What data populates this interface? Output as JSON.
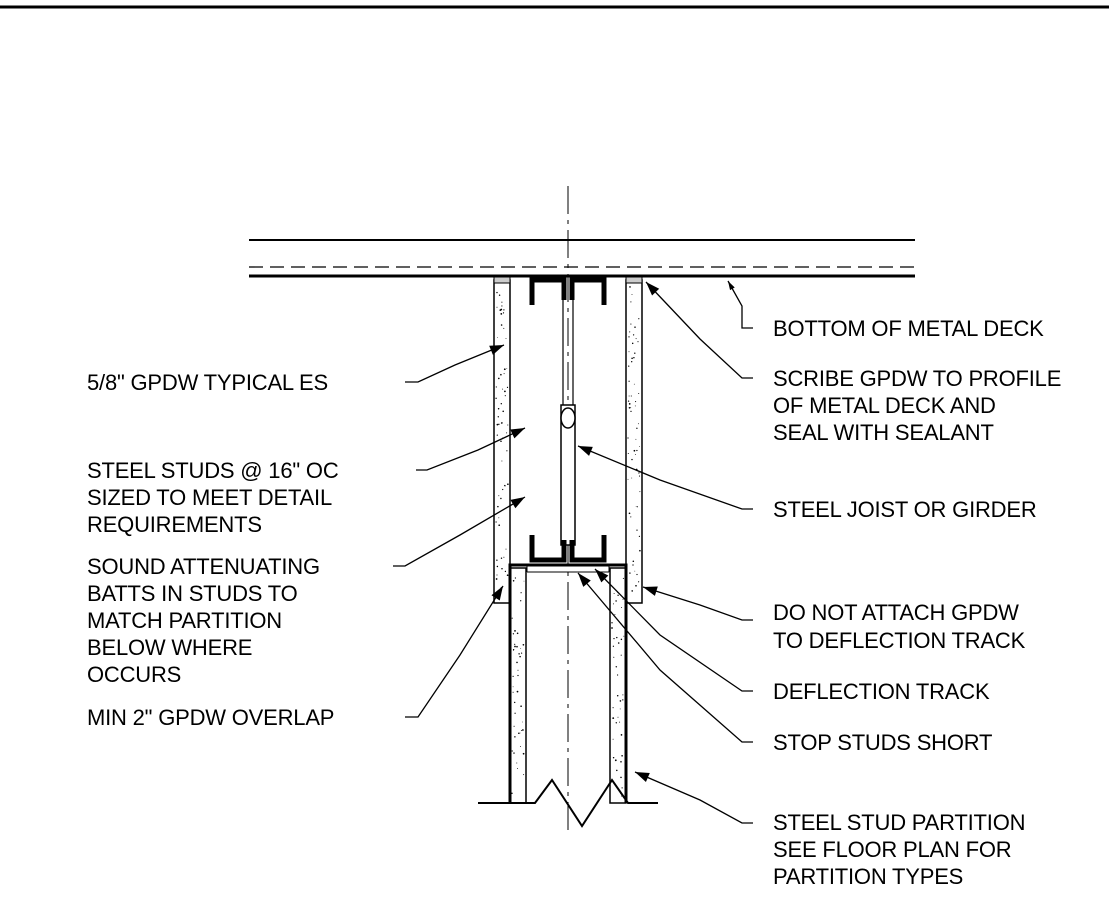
{
  "labels": {
    "bottom_of_metal_deck": "BOTTOM OF METAL DECK",
    "scribe": [
      "SCRIBE GPDW TO PROFILE",
      "OF METAL DECK AND",
      "SEAL WITH SEALANT"
    ],
    "steel_joist": "STEEL JOIST OR GIRDER",
    "do_not_attach": [
      "DO NOT ATTACH GPDW",
      "TO DEFLECTION TRACK"
    ],
    "deflection_track": "DEFLECTION TRACK",
    "stop_studs": "STOP STUDS SHORT",
    "partition": [
      "STEEL STUD PARTITION",
      "SEE FLOOR PLAN FOR",
      "PARTITION TYPES"
    ],
    "gpdw_typical": "5/8\" GPDW TYPICAL ES",
    "steel_studs": [
      "STEEL STUDS @ 16\" OC",
      "SIZED TO MEET DETAIL",
      "REQUIREMENTS"
    ],
    "sound_batts": [
      "SOUND ATTENUATING",
      "BATTS IN STUDS TO",
      "MATCH PARTITION",
      "BELOW WHERE",
      "OCCURS"
    ],
    "overlap": "MIN 2\" GPDW OVERLAP"
  }
}
